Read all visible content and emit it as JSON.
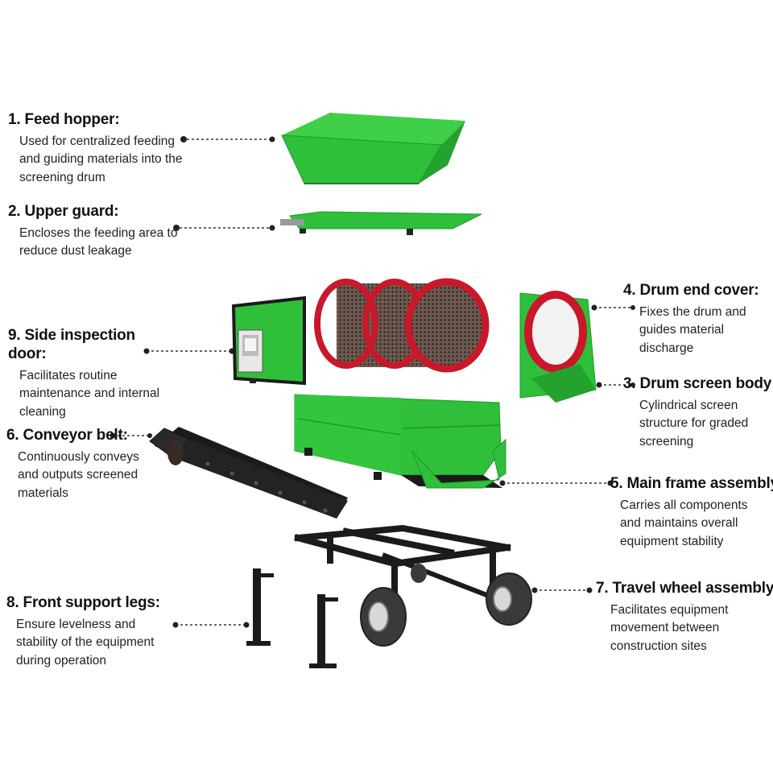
{
  "components": [
    {
      "key": "feed_hopper",
      "number": "1.",
      "title": "Feed hopper:",
      "description": "Used for centralized feeding and guiding materials into the screening drum"
    },
    {
      "key": "upper_guard",
      "number": "2.",
      "title": "Upper guard:",
      "description": "Encloses the feeding area to reduce dust leakage"
    },
    {
      "key": "drum_end_cover",
      "number": "4.",
      "title": "Drum end cover:",
      "description": "Fixes the drum and guides material discharge"
    },
    {
      "key": "side_inspection_door",
      "number": "9.",
      "title": "Side inspection door:",
      "description": "Facilitates routine maintenance and internal cleaning"
    },
    {
      "key": "drum_screen_body",
      "number": "3.",
      "title": "Drum screen body:",
      "description": "Cylindrical screen structure for graded screening"
    },
    {
      "key": "conveyor_belt",
      "number": "6.",
      "title": "Conveyor belt:",
      "description": "Continuously conveys and outputs screened materials"
    },
    {
      "key": "main_frame_assembly",
      "number": "5.",
      "title": "Main frame assembly:",
      "description": "Carries all components and maintains overall equipment stability"
    },
    {
      "key": "travel_wheel_assembly",
      "number": "7.",
      "title": "Travel wheel assembly:",
      "description": "Facilitates equipment movement between construction sites"
    },
    {
      "key": "front_support_legs",
      "number": "8.",
      "title": "Front support legs:",
      "description": "Ensure levelness and stability of the equipment during operation"
    }
  ],
  "colors": {
    "machine_green": "#2fbf3a",
    "machine_green_dark": "#1e9a2a",
    "drum_red": "#c8182a",
    "frame_black": "#1b1b1b",
    "leader_line": "#333333"
  }
}
